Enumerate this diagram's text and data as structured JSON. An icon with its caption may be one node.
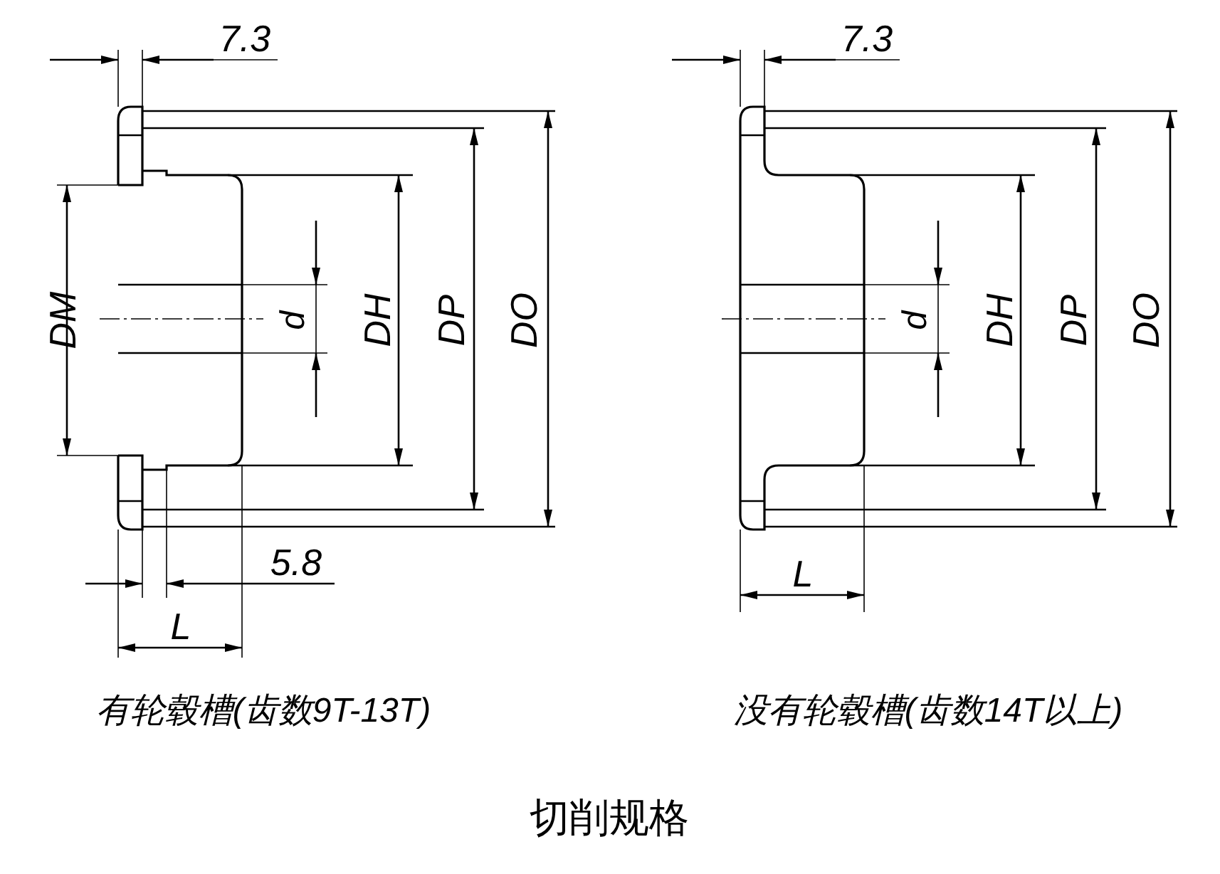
{
  "diagram": {
    "caption": "切削规格",
    "labels": [
      "7.3",
      "7.3",
      "DM",
      "d",
      "DH",
      "DP",
      "DO",
      "d",
      "DH",
      "DP",
      "DO",
      "5.8",
      "L",
      "L",
      "有轮毂槽(齿数9T-13T)",
      "没有轮毂槽(齿数14T以上)"
    ]
  }
}
